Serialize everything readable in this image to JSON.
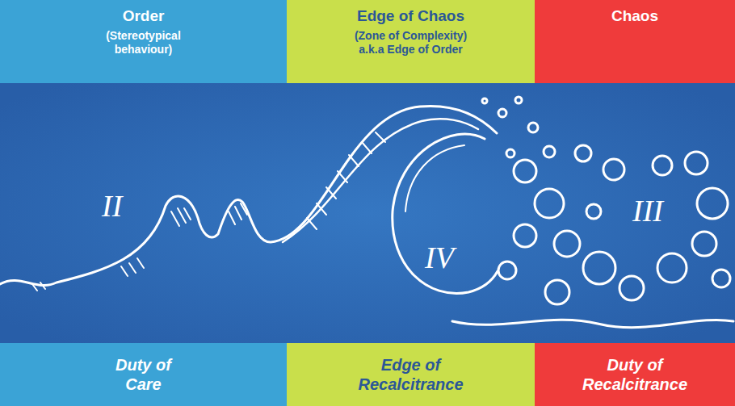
{
  "diagram": {
    "nodes": [
      {
        "text": [
          "Order",
          "(Stereotypical behaviour)"
        ]
      },
      {
        "text": [
          "Edge of Chaos",
          "(Zone of Complexity) a.k.a Edge of Order"
        ]
      },
      {
        "text": [
          "Chaos"
        ]
      },
      {
        "text": [
          "Duty of Care"
        ]
      },
      {
        "text": [
          "Edge of Recalcitrance"
        ]
      },
      {
        "text": [
          "Duty of Recalcitrance"
        ]
      }
    ],
    "labels": [
      "II",
      "IV",
      "III"
    ]
  }
}
